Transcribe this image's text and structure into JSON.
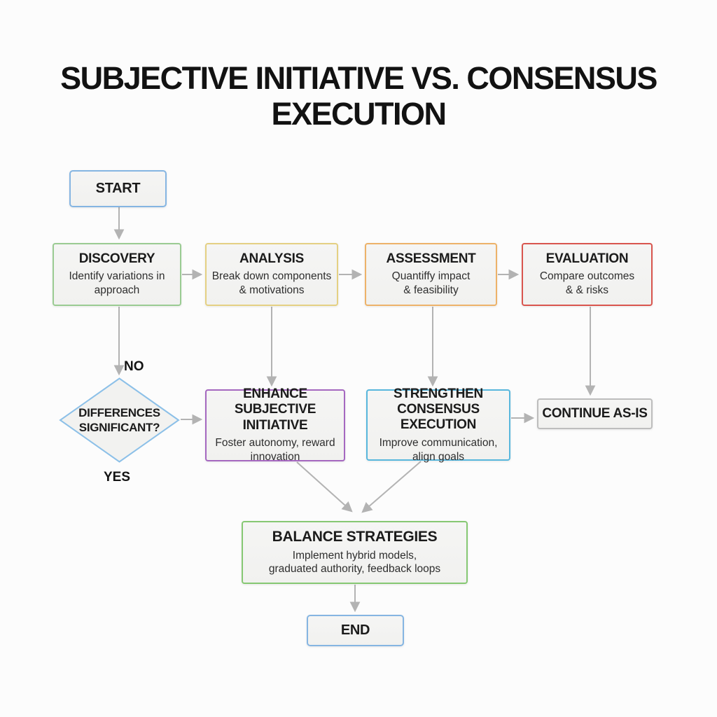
{
  "title": "SUBJECTIVE INITIATIVE VS. CONSENSUS\nEXECUTION",
  "labels": {
    "no": "NO",
    "yes": "YES"
  },
  "colors": {
    "background": "#fcfcfc",
    "arrow": "#b3b3b3",
    "node_fill": "#f3f3f1",
    "title_text": "#121212"
  },
  "nodes": {
    "start": {
      "title": "START",
      "border": "#85b5e2"
    },
    "discovery": {
      "title": "DISCOVERY",
      "subtitle": "Identify variations in\napproach",
      "border": "#9acb92"
    },
    "analysis": {
      "title": "ANALYSIS",
      "subtitle": "Break down components\n& motivations",
      "border": "#e4d083"
    },
    "assessment": {
      "title": "ASSESSMENT",
      "subtitle": "Quantiffy impact\n& feasibility",
      "border": "#edb269"
    },
    "evaluation": {
      "title": "EVALUATION",
      "subtitle": "Compare outcomes\n& & risks",
      "border": "#d9554e"
    },
    "decision": {
      "title": "DIFFERENCES\nSIGNIFICANT?",
      "border": "#8cc0e8"
    },
    "enhance": {
      "title": "ENHANCE\nSUBJECTIVE INITIATIVE",
      "subtitle": "Foster autonomy, reward\ninnovation",
      "border": "#a568c0"
    },
    "strengthen": {
      "title": "STRENGTHEN\nCONSENSUS EXECUTION",
      "subtitle": "Improve communication,\nalign goals",
      "border": "#58b7dd"
    },
    "continue": {
      "title": "CONTINUE AS-IS",
      "border": "#bdbdbd"
    },
    "balance": {
      "title": "BALANCE STRATEGIES",
      "subtitle": "Implement hybrid models,\ngraduated authority, feedback loops",
      "border": "#86c873"
    },
    "end": {
      "title": "END",
      "border": "#85b5e2"
    }
  }
}
